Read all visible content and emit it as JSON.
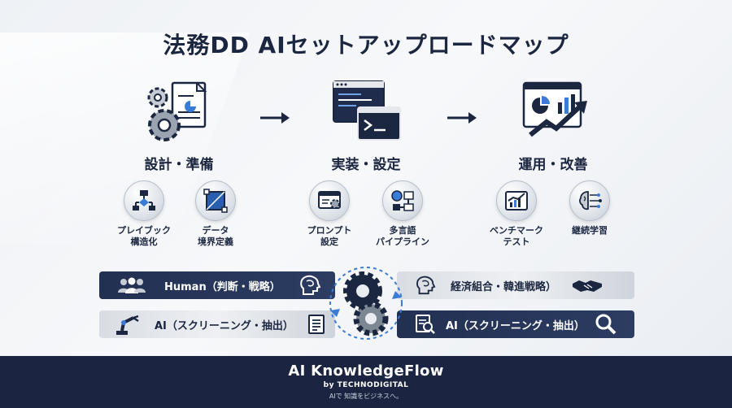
{
  "title": "法務DD AIセットアップロードマップ",
  "phases": [
    {
      "title": "設計・準備",
      "icon": "gears-document-icon",
      "items": [
        {
          "label_l1": "プレイブック",
          "label_l2": "構造化",
          "icon": "flowchart-icon"
        },
        {
          "label_l1": "データ",
          "label_l2": "境界定義",
          "icon": "boundary-square-icon"
        }
      ]
    },
    {
      "title": "実装・設定",
      "icon": "code-terminal-icon",
      "items": [
        {
          "label_l1": "プロンプト",
          "label_l2": "設定",
          "icon": "settings-window-icon"
        },
        {
          "label_l1": "多言語",
          "label_l2": "パイプライン",
          "icon": "pipeline-icon"
        }
      ]
    },
    {
      "title": "運用・改善",
      "icon": "analytics-growth-icon",
      "items": [
        {
          "label_l1": "ベンチマーク",
          "label_l2": "テスト",
          "icon": "benchmark-chart-icon"
        },
        {
          "label_l1": "継続学習",
          "label_l2": "",
          "icon": "brain-circuit-icon"
        }
      ]
    }
  ],
  "bands": {
    "left_top": {
      "label": "Human（判断・戦略）",
      "icons": [
        "people-icon",
        "head-brain-icon"
      ]
    },
    "left_bottom": {
      "label": "AI（スクリーニング・抽出）",
      "icons": [
        "robot-arm-icon",
        "document-icon"
      ]
    },
    "right_top": {
      "label": "経済組合・韓進戦略）",
      "icons": [
        "head-brain-icon",
        "handshake-icon"
      ]
    },
    "right_bottom": {
      "label": "AI（スクリーニング・抽出）",
      "icons": [
        "document-search-icon",
        "magnifier-icon"
      ]
    }
  },
  "footer": {
    "brand": "AI KnowledgeFlow",
    "by": "by TECHNODIGITAL",
    "tagline": "AIで 知識をビジネスへ。"
  },
  "colors": {
    "navy": "#1b2541",
    "accent_blue": "#3a7bd5",
    "band_dark": "#223052"
  }
}
